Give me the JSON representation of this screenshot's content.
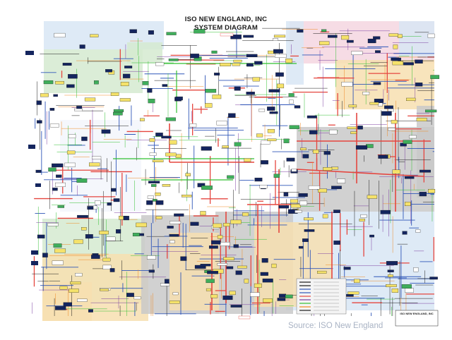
{
  "title": {
    "line1": "ISO NEW ENGLAND, INC",
    "line2": "SYSTEM DIAGRAM"
  },
  "source": "Source: ISO New England",
  "title_block": {
    "name": "ISO NEW ENGLAND, INC"
  },
  "colors": {
    "background": "#ffffff",
    "zone_green": "#d5ead0",
    "zone_peach": "#f7dfb0",
    "zone_gray": "#c9c9c9",
    "zone_blue": "#d8e6f5",
    "zone_pink": "#f5d6e0",
    "line_345kv": "#e5463f",
    "line_230kv": "#2f56b8",
    "line_115kv": "#1a1a1a",
    "line_green": "#32c032",
    "line_purple": "#7b3fa0",
    "line_orange": "#f08a24",
    "node_navy": "#14255e",
    "node_yellow": "#f5e26a",
    "node_green": "#3fae5b"
  }
}
